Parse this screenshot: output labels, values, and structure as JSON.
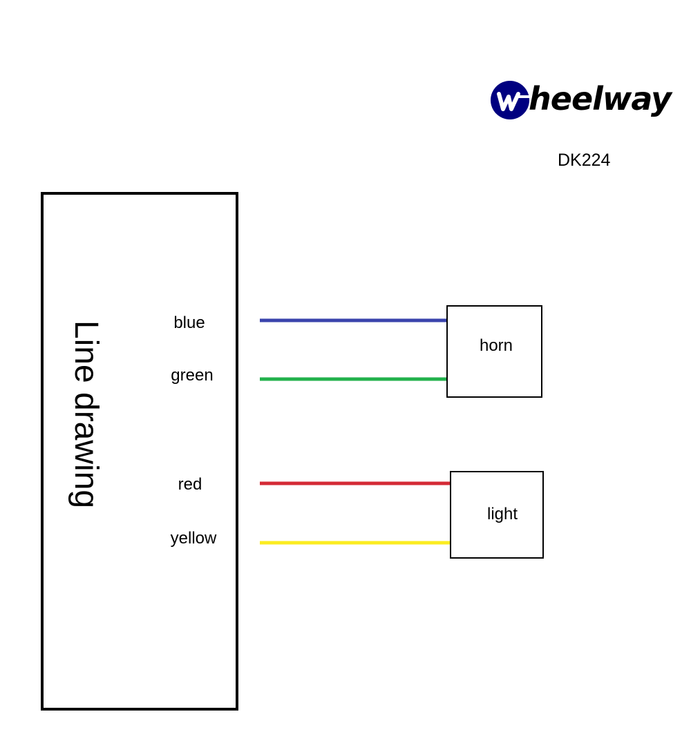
{
  "logo": {
    "text": "heelway",
    "icon": "wheelway-w-circle-icon",
    "color": "#000080"
  },
  "model": "DK224",
  "main_module": {
    "label": "Line drawing"
  },
  "wires": [
    {
      "label": "blue",
      "color": "#3a44ac",
      "target": "horn"
    },
    {
      "label": "green",
      "color": "#22b14c",
      "target": "horn"
    },
    {
      "label": "red",
      "color": "#d42a35",
      "target": "light"
    },
    {
      "label": "yellow",
      "color": "#fbec21",
      "target": "light"
    }
  ],
  "components": {
    "horn": {
      "label": "horn"
    },
    "light": {
      "label": "light"
    }
  }
}
